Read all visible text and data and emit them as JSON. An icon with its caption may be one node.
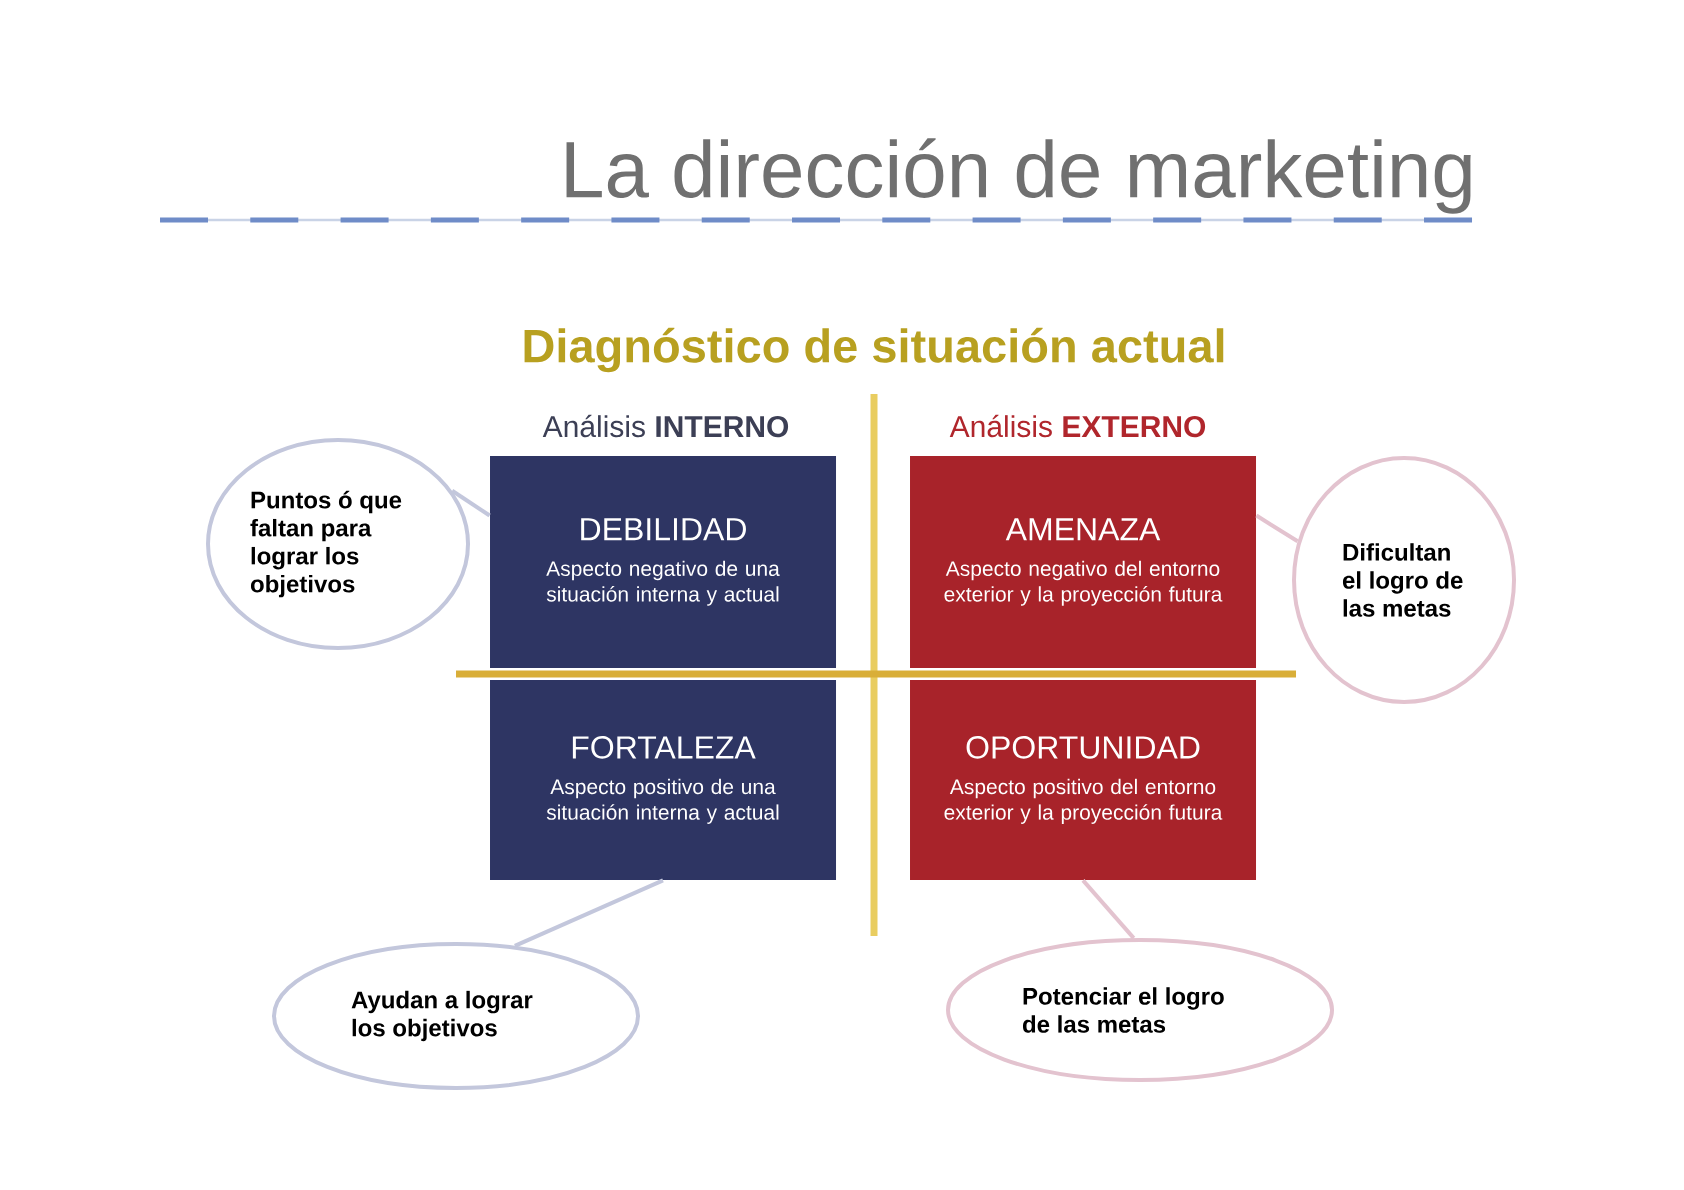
{
  "diagram": {
    "title": "La dirección de marketing",
    "nodes": [
      {
        "text": [
          "Puntos ó que faltan para lograr los objetivos"
        ]
      },
      {
        "text": [
          "DEBILIDAD",
          "Aspecto negativo de una situación interna y actual"
        ]
      },
      {
        "text": [
          "AMENAZA",
          "Aspecto negativo del entorno exterior y la proyección futura"
        ]
      },
      {
        "text": [
          "Dificultan el logro de las metas"
        ]
      },
      {
        "text": [
          "FORTALEZA",
          "Aspecto positivo de una situación interna y actual"
        ]
      },
      {
        "text": [
          "OPORTUNIDAD",
          "Aspecto positivo del entorno exterior y la proyección futura"
        ]
      },
      {
        "text": [
          "Ayudan a lograr los objetivos"
        ]
      },
      {
        "text": [
          "Potenciar el logro de las metas"
        ]
      }
    ],
    "edges": [
      {
        "from": 0,
        "to": 1,
        "arrow": "none",
        "color": "#c3c7dc"
      },
      {
        "from": 3,
        "to": 2,
        "arrow": "none",
        "color": "#e3c3cf"
      },
      {
        "from": 6,
        "to": 4,
        "arrow": "none",
        "color": "#c3c7dc"
      },
      {
        "from": 7,
        "to": 5,
        "arrow": "none",
        "color": "#e3c3cf"
      }
    ],
    "labels": [
      "Diagnóstico de situación actual",
      "Análisis **INTERNO**",
      "Análisis **EXTERNO**"
    ]
  }
}
